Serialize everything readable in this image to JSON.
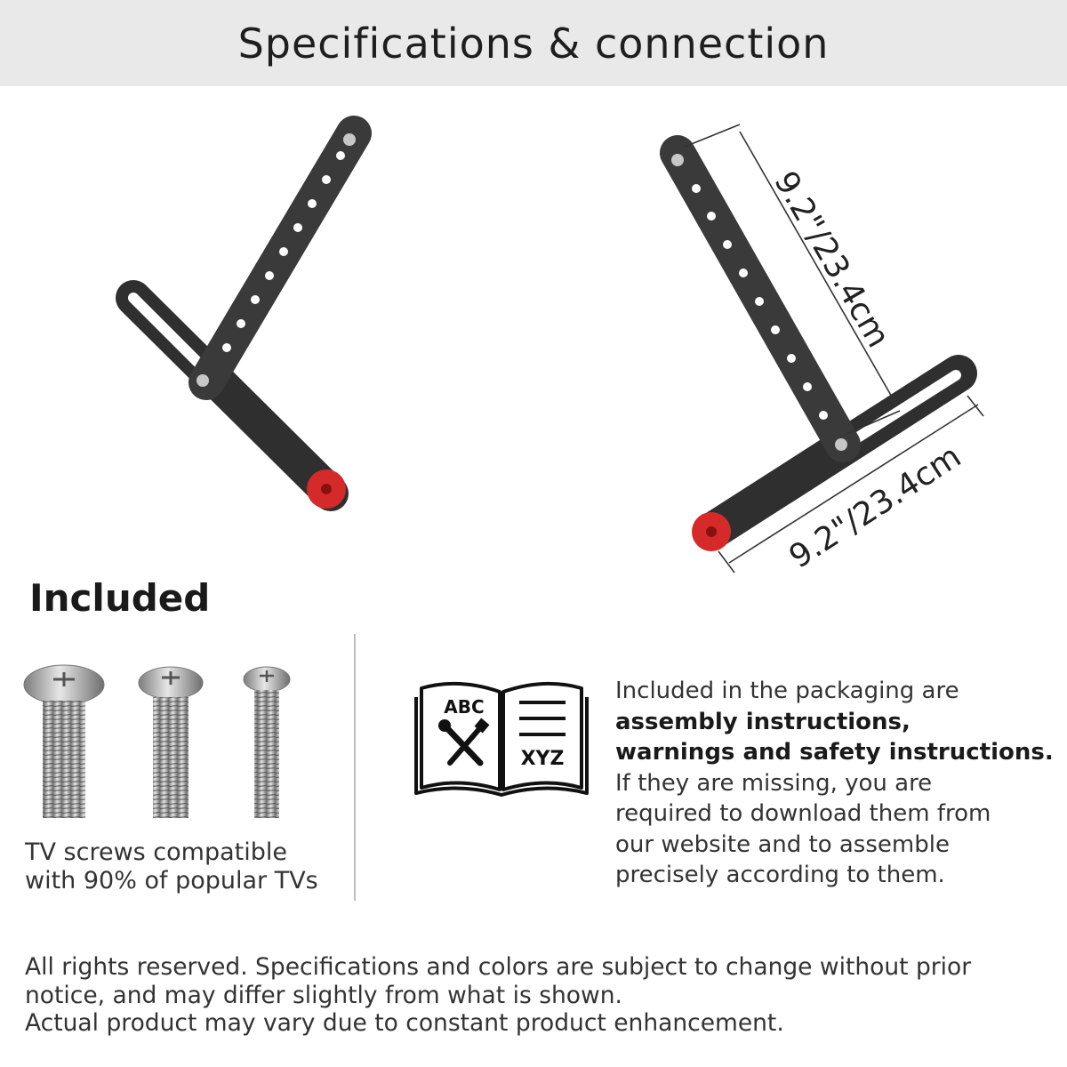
{
  "header": {
    "title": "Specifications & connection"
  },
  "dimensions": {
    "arm_length": "9.2\"/23.4cm",
    "crossbar_length": "9.2\"/23.4cm"
  },
  "included": {
    "heading": "Included",
    "screws_caption_line1": "TV screws compatible",
    "screws_caption_line2": "with 90% of popular TVs",
    "manual_left_label": "ABC",
    "manual_right_label": "XYZ",
    "info_line1": "Included in the packaging are",
    "info_bold1": "assembly instructions,",
    "info_bold2": "warnings and safety instructions.",
    "info_line2": "If they are missing, you are",
    "info_line3": "required to download them from",
    "info_line4": "our website and to assemble",
    "info_line5": "precisely according to them."
  },
  "footer": {
    "line1": "All rights reserved. Specifications and colors are subject to change without prior",
    "line2": "notice, and may differ slightly from what is shown.",
    "line3": "Actual product may vary due to constant product enhancement."
  },
  "colors": {
    "banner_bg": "#e9e9e9",
    "bracket": "#2f2f2f",
    "accent_red": "#d42a2a"
  },
  "icons": [
    "bracket-left-image",
    "bracket-right-image",
    "screw-icon",
    "manual-book-icon",
    "wrench-icon",
    "screwdriver-icon"
  ]
}
